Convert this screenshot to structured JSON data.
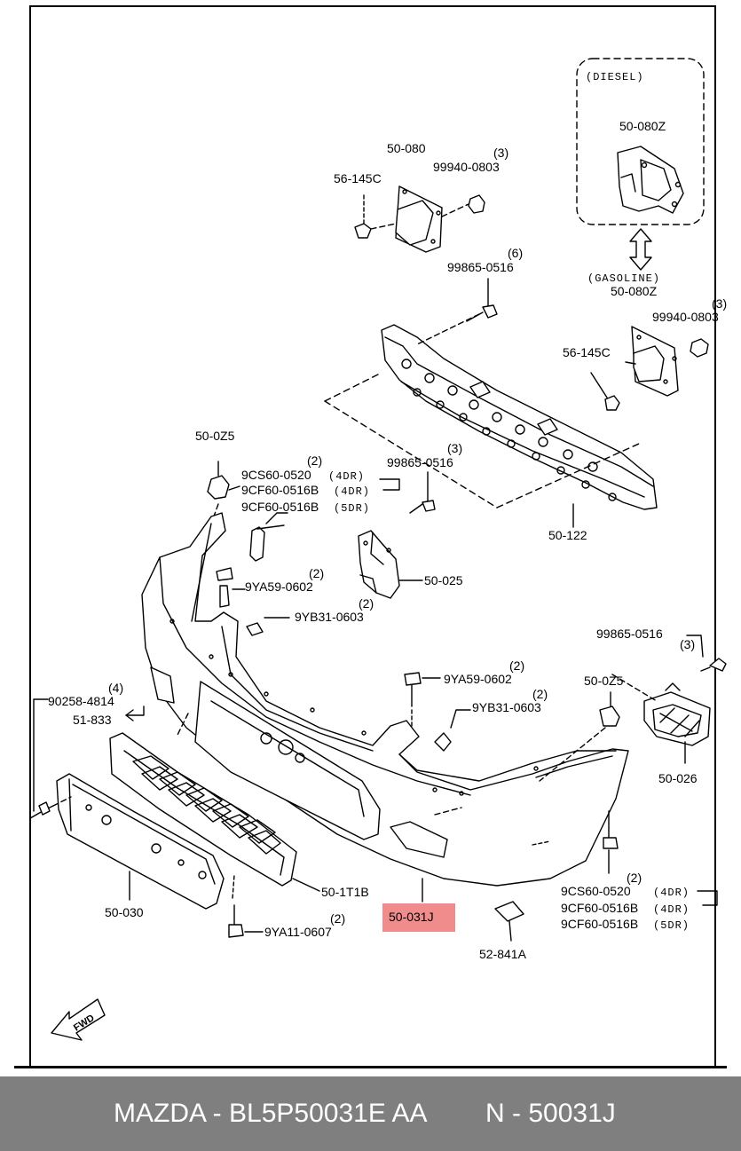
{
  "labels": {
    "diesel": "(DIESEL)",
    "gasoline": "(GASOLINE)",
    "p_50_080z_a": "50-080Z",
    "p_50_080": "50-080",
    "p_56_145c_a": "56-145C",
    "p_99940_a": "99940-0803",
    "qty_3_a": "(3)",
    "p_99865_a": "99865-0516",
    "qty_6": "(6)",
    "p_50_080z_b": "50-080Z",
    "p_99940_b": "99940-0803",
    "qty_3_b": "(3)",
    "p_56_145c_b": "56-145C",
    "p_50_0z5_a": "50-0Z5",
    "qty_2_a": "(2)",
    "p_9cs60_a": "9CS60-0520",
    "note_4dr_a": "(4DR)",
    "p_9cf60_a": "9CF60-0516B",
    "note_4dr_b": "(4DR)",
    "p_9cf60_b": "9CF60-0516B",
    "note_5dr_a": "(5DR)",
    "qty_3_c": "(3)",
    "p_99865_b": "99865-0516",
    "p_50_122": "50-122",
    "qty_2_b": "(2)",
    "p_9ya59_a": "9YA59-0602",
    "p_50_025": "50-025",
    "qty_2_c": "(2)",
    "p_9yb31_a": "9YB31-0603",
    "qty_3_d": "(3)",
    "p_99865_c": "99865-0516",
    "qty_4": "(4)",
    "p_90258": "90258-4814",
    "p_51_833": "51-833",
    "qty_2_d": "(2)",
    "p_9ya59_b": "9YA59-0602",
    "qty_2_e": "(2)",
    "p_9yb31_b": "9YB31-0603",
    "p_50_0z5_b": "50-0Z5",
    "p_50_026": "50-026",
    "p_50_030": "50-030",
    "p_50_1t1b": "50-1T1B",
    "p_50_031j": "50-031J",
    "qty_2_f": "(2)",
    "p_9ya11": "9YA11-0607",
    "qty_2_g": "(2)",
    "p_9cs60_b": "9CS60-0520",
    "note_4dr_c": "(4DR)",
    "p_9cf60_c": "9CF60-0516B",
    "note_4dr_d": "(4DR)",
    "p_9cf60_d": "9CF60-0516B",
    "note_5dr_b": "(5DR)",
    "p_52_841a": "52-841A",
    "fwd": "FWD"
  },
  "highlight_color": "#f08c8c",
  "footer": {
    "left": "MAZDA - BL5P50031E AA",
    "right": "N - 50031J"
  }
}
